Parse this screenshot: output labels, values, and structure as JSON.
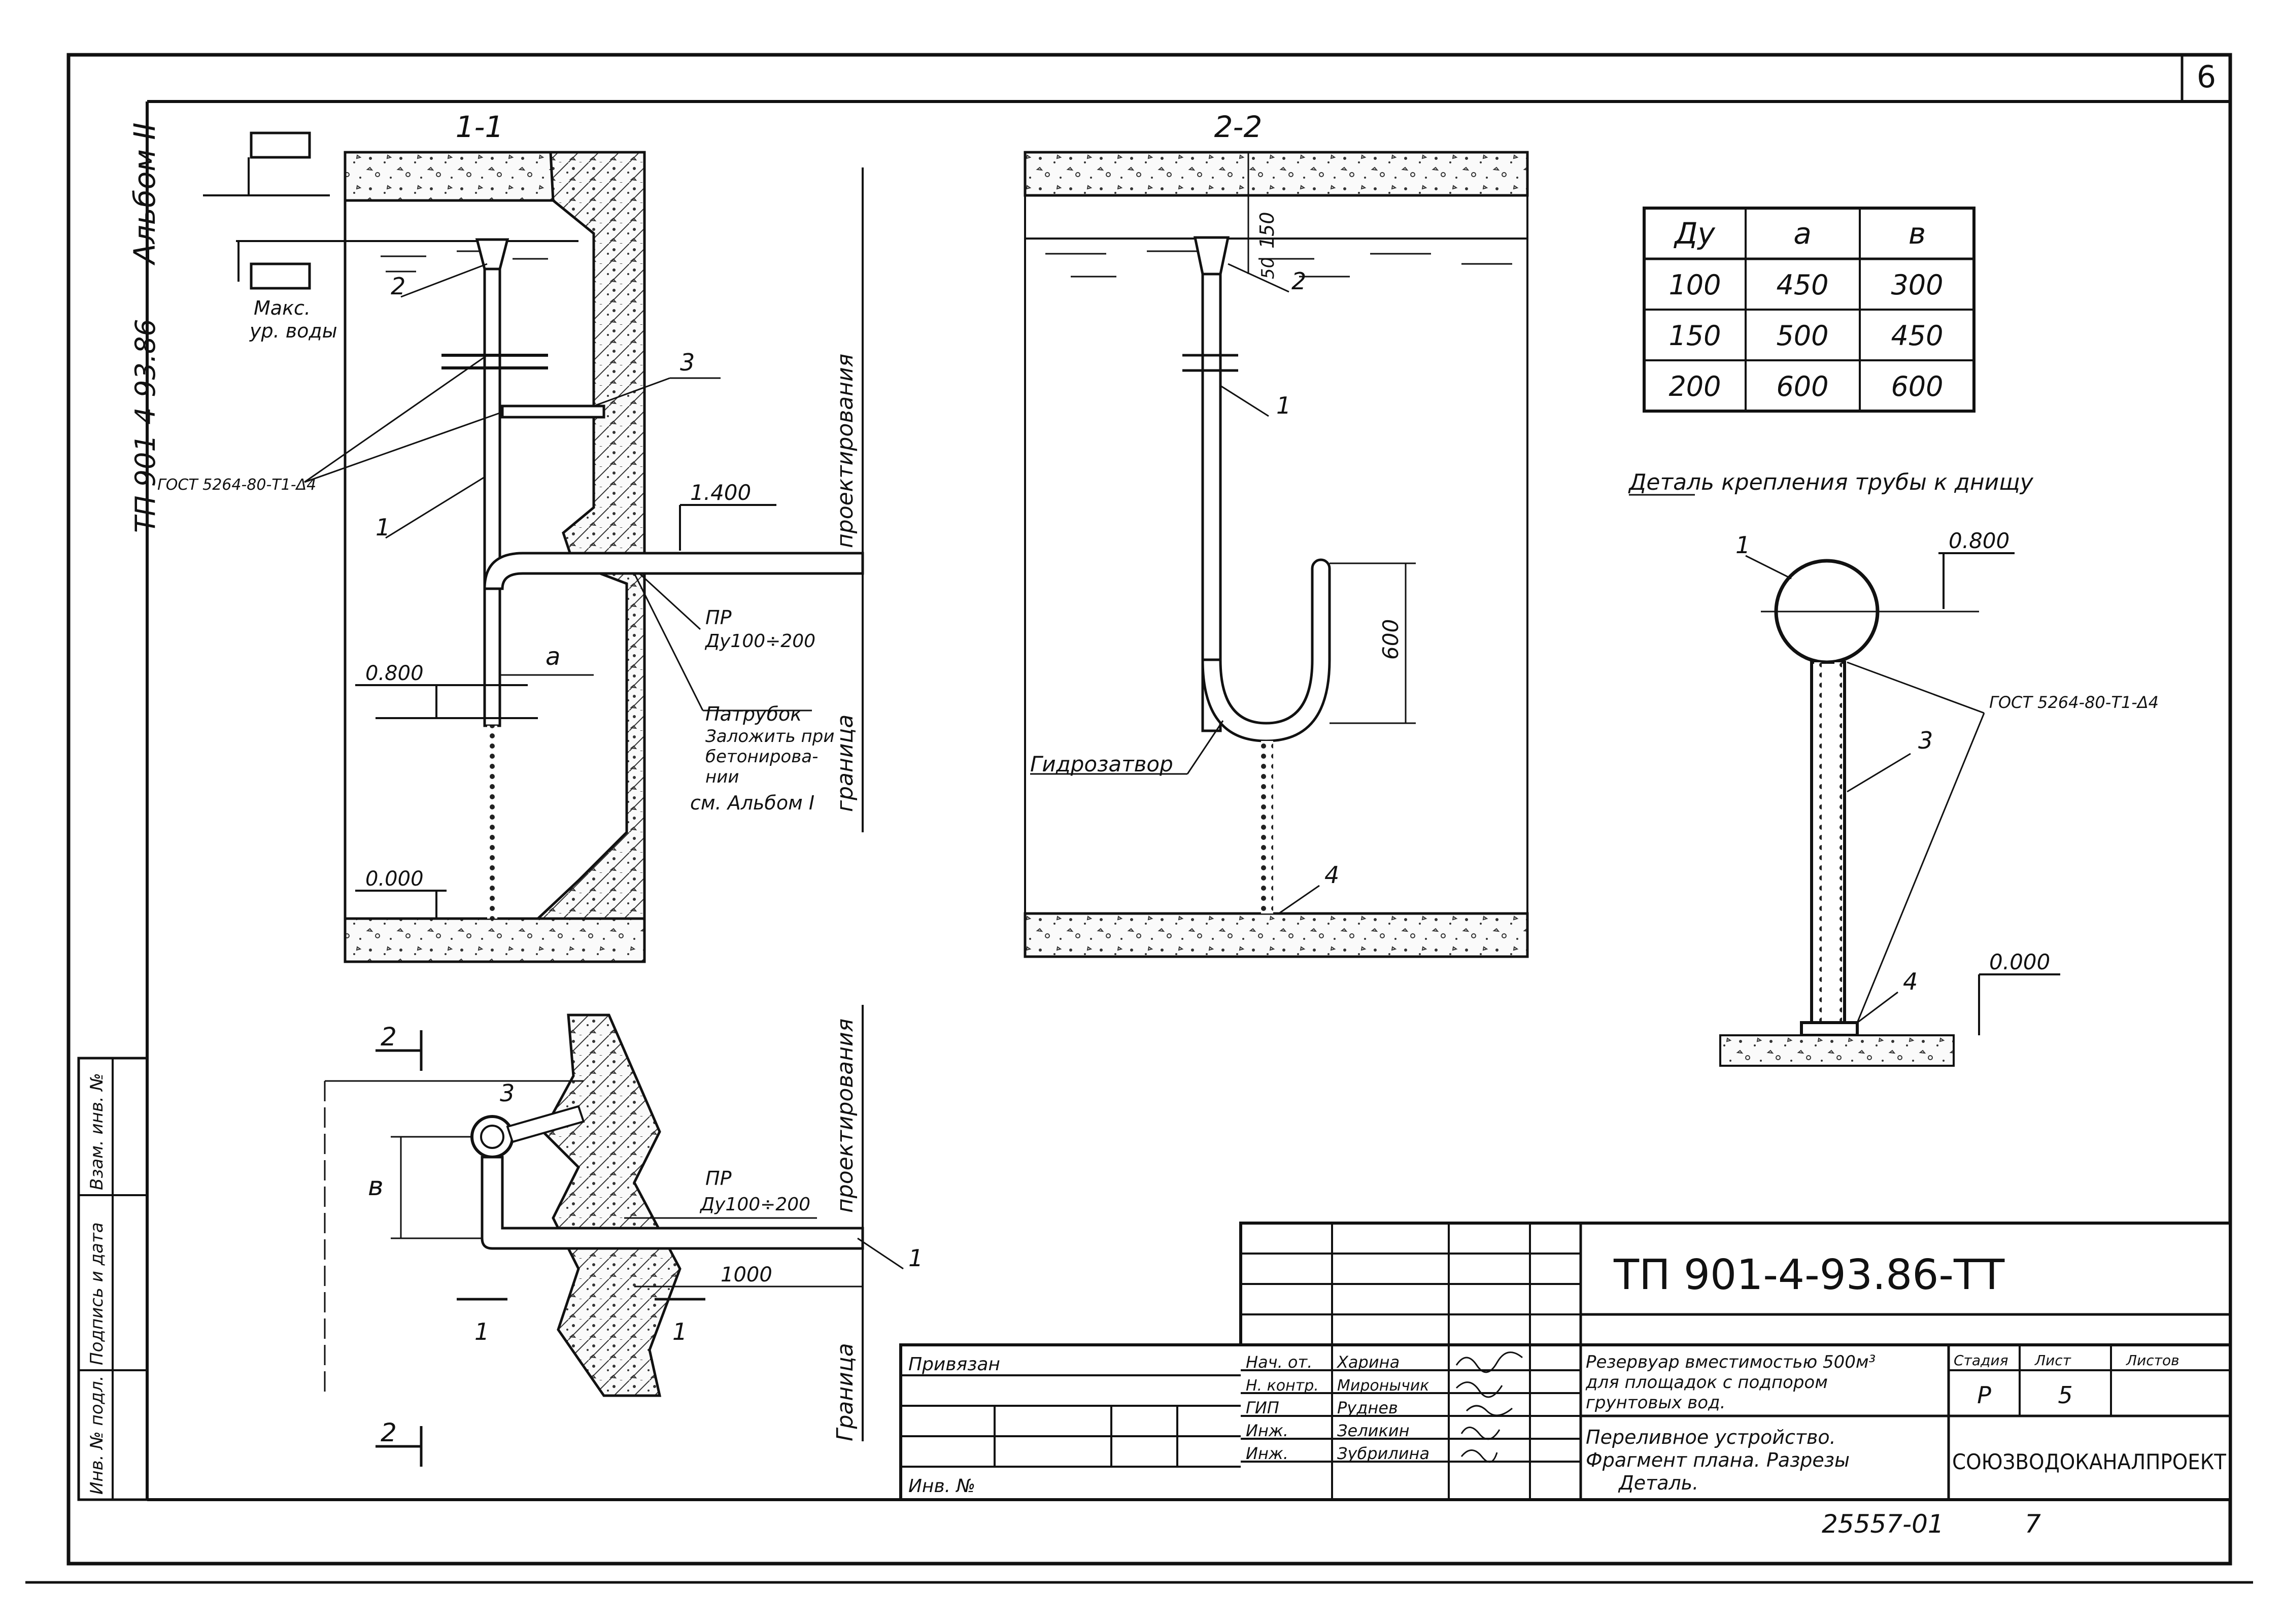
{
  "sheet": {
    "corner_number": "6",
    "album": "Альбом II",
    "vertical_code": "ТП 901-4-93.86"
  },
  "section_1_1": {
    "title": "1-1",
    "max_level_label_1": "Макс.",
    "max_level_label_2": "ур. воды",
    "label_1": "1",
    "label_2": "2",
    "label_3": "3",
    "gost_note": "ГОСТ 5264-80-Т1-Δ4",
    "level_1400": "1.400",
    "level_0800": "0.800",
    "level_0000": "0.000",
    "dim_a": "a",
    "pipe_label_1": "ПР",
    "pipe_label_2": "Ду100÷200",
    "sleeve_1": "Патрубок",
    "sleeve_2": "Заложить при",
    "sleeve_3": "бетонирова-",
    "sleeve_4": "нии",
    "sleeve_5": "см. Альбом I",
    "boundary_1": "граница",
    "boundary_2": "проектирования"
  },
  "section_2_2": {
    "title": "2-2",
    "dim_150": "150",
    "dim_50": "50",
    "dim_600": "600",
    "label_1": "1",
    "label_2": "2",
    "label_4": "4",
    "water_seal": "Гидрозатвор"
  },
  "dims_table": {
    "headers": [
      "Ду",
      "a",
      "в"
    ],
    "rows": [
      [
        "100",
        "450",
        "300"
      ],
      [
        "150",
        "500",
        "450"
      ],
      [
        "200",
        "600",
        "600"
      ]
    ]
  },
  "detail": {
    "title": "Деталь крепления трубы к днищу",
    "label_1": "1",
    "label_3": "3",
    "label_4": "4",
    "level_0800": "0.800",
    "level_0000": "0.000",
    "gost": "ГОСТ 5264-80-Т1-Δ4"
  },
  "plan": {
    "cut_2": "2",
    "cut_1": "1",
    "label_3": "3",
    "label_1": "1",
    "dim_b": "в",
    "pipe_label_1": "ПР",
    "pipe_label_2": "Ду100÷200",
    "dim_1000": "1000",
    "boundary_1": "Граница",
    "boundary_2": "проектирования"
  },
  "left_strip": {
    "cells": [
      "Инв. № подл.",
      "Подпись и дата",
      "Взам. инв. №"
    ]
  },
  "stamp": {
    "bound_label": "Привязан",
    "inv_label": "Инв. №",
    "code": "ТП 901-4-93.86-ТТ",
    "staff": [
      {
        "role": "Нач. от.",
        "name": "Харина"
      },
      {
        "role": "Н. контр.",
        "name": "Миронычик"
      },
      {
        "role": "ГИП",
        "name": "Руднев"
      },
      {
        "role": "Инж.",
        "name": "Зеликин"
      },
      {
        "role": "Инж.",
        "name": "Зубрилина"
      }
    ],
    "object_1": "Резервуар вместимостью 500м³",
    "object_2": "для площадок с подпором",
    "object_3": "грунтовых вод.",
    "sheet_title_1": "Переливное устройство.",
    "sheet_title_2": "Фрагмент плана. Разрезы",
    "sheet_title_3": "Деталь.",
    "stage_header": "Стадия",
    "sheet_header": "Лист",
    "sheets_header": "Листов",
    "stage": "Р",
    "sheet_no": "5",
    "org": "СОЮЗВОДОКАНАЛПРОЕКТ",
    "archive_no": "25557-01",
    "archive_sheet": "7"
  }
}
